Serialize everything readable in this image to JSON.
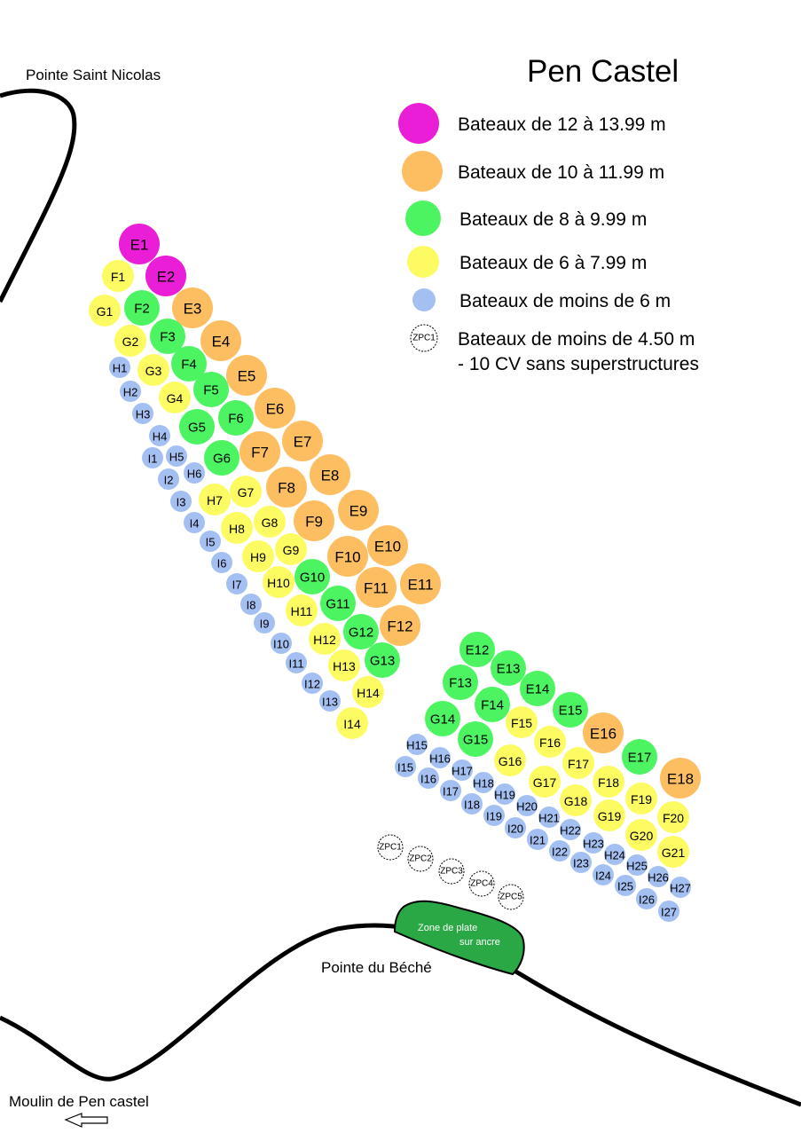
{
  "title": "Pen Castel",
  "places": {
    "nicolas": "Pointe Saint Nicolas",
    "beche": "Pointe du Béché",
    "moulin": "Moulin de Pen castel"
  },
  "zone": {
    "line1": "Zone de plate",
    "line2": "sur ancre"
  },
  "colors": {
    "E": "#e91ed6",
    "O": "#fdbe61",
    "G": "#4cf462",
    "Y": "#fdfb62",
    "B": "#a4bff1",
    "zone": "#2aa845"
  },
  "legend": [
    {
      "label": "Bateaux de 12 à 13.99 m",
      "color": "E"
    },
    {
      "label": "Bateaux de 10 à 11.99 m",
      "color": "O"
    },
    {
      "label": "Bateaux de 8 à 9.99 m",
      "color": "G"
    },
    {
      "label": "Bateaux de 6 à 7.99 m",
      "color": "Y"
    },
    {
      "label": "Bateaux de moins de 6 m",
      "color": "B"
    },
    {
      "label": "Bateaux de moins de 4.50 m",
      "label2": "- 10 CV sans superstructures",
      "icon": "ZPC1"
    }
  ],
  "zpc": [
    "ZPC1",
    "ZPC2",
    "ZPC3",
    "ZPC4",
    "ZPC5"
  ],
  "moorings": [
    {
      "id": "E1",
      "c": "E"
    },
    {
      "id": "E2",
      "c": "E"
    },
    {
      "id": "E3",
      "c": "O"
    },
    {
      "id": "E4",
      "c": "O"
    },
    {
      "id": "E5",
      "c": "O"
    },
    {
      "id": "E6",
      "c": "O"
    },
    {
      "id": "E7",
      "c": "O"
    },
    {
      "id": "E8",
      "c": "O"
    },
    {
      "id": "E9",
      "c": "O"
    },
    {
      "id": "E10",
      "c": "O"
    },
    {
      "id": "E11",
      "c": "O"
    },
    {
      "id": "F7",
      "c": "O"
    },
    {
      "id": "F8",
      "c": "O"
    },
    {
      "id": "F9",
      "c": "O"
    },
    {
      "id": "F10",
      "c": "O"
    },
    {
      "id": "F11",
      "c": "O"
    },
    {
      "id": "F12",
      "c": "O"
    },
    {
      "id": "F1",
      "c": "Y"
    },
    {
      "id": "F2",
      "c": "G"
    },
    {
      "id": "F3",
      "c": "G"
    },
    {
      "id": "F4",
      "c": "G"
    },
    {
      "id": "F5",
      "c": "G"
    },
    {
      "id": "F6",
      "c": "G"
    },
    {
      "id": "G1",
      "c": "Y"
    },
    {
      "id": "G2",
      "c": "Y"
    },
    {
      "id": "G3",
      "c": "Y"
    },
    {
      "id": "G4",
      "c": "Y"
    },
    {
      "id": "G5",
      "c": "G"
    },
    {
      "id": "G6",
      "c": "G"
    },
    {
      "id": "G7",
      "c": "Y"
    },
    {
      "id": "G8",
      "c": "Y"
    },
    {
      "id": "G9",
      "c": "Y"
    },
    {
      "id": "G10",
      "c": "G"
    },
    {
      "id": "G11",
      "c": "G"
    },
    {
      "id": "G12",
      "c": "G"
    },
    {
      "id": "G13",
      "c": "G"
    },
    {
      "id": "H1",
      "c": "B"
    },
    {
      "id": "H2",
      "c": "B"
    },
    {
      "id": "H3",
      "c": "B"
    },
    {
      "id": "H4",
      "c": "B"
    },
    {
      "id": "H5",
      "c": "B"
    },
    {
      "id": "H6",
      "c": "B"
    },
    {
      "id": "H7",
      "c": "Y"
    },
    {
      "id": "H8",
      "c": "Y"
    },
    {
      "id": "H9",
      "c": "Y"
    },
    {
      "id": "H10",
      "c": "Y"
    },
    {
      "id": "H11",
      "c": "Y"
    },
    {
      "id": "H12",
      "c": "Y"
    },
    {
      "id": "H13",
      "c": "Y"
    },
    {
      "id": "H14",
      "c": "Y"
    },
    {
      "id": "I1",
      "c": "B"
    },
    {
      "id": "I2",
      "c": "B"
    },
    {
      "id": "I3",
      "c": "B"
    },
    {
      "id": "I4",
      "c": "B"
    },
    {
      "id": "I5",
      "c": "B"
    },
    {
      "id": "I6",
      "c": "B"
    },
    {
      "id": "I7",
      "c": "B"
    },
    {
      "id": "I8",
      "c": "B"
    },
    {
      "id": "I9",
      "c": "B"
    },
    {
      "id": "I10",
      "c": "B"
    },
    {
      "id": "I11",
      "c": "B"
    },
    {
      "id": "I12",
      "c": "B"
    },
    {
      "id": "I13",
      "c": "B"
    },
    {
      "id": "I14",
      "c": "Y"
    },
    {
      "id": "E12",
      "c": "G"
    },
    {
      "id": "E13",
      "c": "G"
    },
    {
      "id": "E14",
      "c": "G"
    },
    {
      "id": "E15",
      "c": "G"
    },
    {
      "id": "E16",
      "c": "O"
    },
    {
      "id": "E17",
      "c": "G"
    },
    {
      "id": "E18",
      "c": "O"
    },
    {
      "id": "F13",
      "c": "G"
    },
    {
      "id": "F14",
      "c": "G"
    },
    {
      "id": "F15",
      "c": "Y"
    },
    {
      "id": "F16",
      "c": "Y"
    },
    {
      "id": "F17",
      "c": "Y"
    },
    {
      "id": "F18",
      "c": "Y"
    },
    {
      "id": "F19",
      "c": "Y"
    },
    {
      "id": "F20",
      "c": "Y"
    },
    {
      "id": "G14",
      "c": "G"
    },
    {
      "id": "G15",
      "c": "G"
    },
    {
      "id": "G16",
      "c": "Y"
    },
    {
      "id": "G17",
      "c": "Y"
    },
    {
      "id": "G18",
      "c": "Y"
    },
    {
      "id": "G19",
      "c": "Y"
    },
    {
      "id": "G20",
      "c": "Y"
    },
    {
      "id": "G21",
      "c": "Y"
    },
    {
      "id": "H15",
      "c": "B"
    },
    {
      "id": "H16",
      "c": "B"
    },
    {
      "id": "H17",
      "c": "B"
    },
    {
      "id": "H18",
      "c": "B"
    },
    {
      "id": "H19",
      "c": "B"
    },
    {
      "id": "H20",
      "c": "B"
    },
    {
      "id": "H21",
      "c": "B"
    },
    {
      "id": "H22",
      "c": "B"
    },
    {
      "id": "H23",
      "c": "B"
    },
    {
      "id": "H24",
      "c": "B"
    },
    {
      "id": "H25",
      "c": "B"
    },
    {
      "id": "H26",
      "c": "B"
    },
    {
      "id": "H27",
      "c": "B"
    },
    {
      "id": "I15",
      "c": "B"
    },
    {
      "id": "I16",
      "c": "B"
    },
    {
      "id": "I17",
      "c": "B"
    },
    {
      "id": "I18",
      "c": "B"
    },
    {
      "id": "I19",
      "c": "B"
    },
    {
      "id": "I20",
      "c": "B"
    },
    {
      "id": "I21",
      "c": "B"
    },
    {
      "id": "I22",
      "c": "B"
    },
    {
      "id": "I23",
      "c": "B"
    },
    {
      "id": "I24",
      "c": "B"
    },
    {
      "id": "I25",
      "c": "B"
    },
    {
      "id": "I26",
      "c": "B"
    },
    {
      "id": "I27",
      "c": "B"
    }
  ]
}
